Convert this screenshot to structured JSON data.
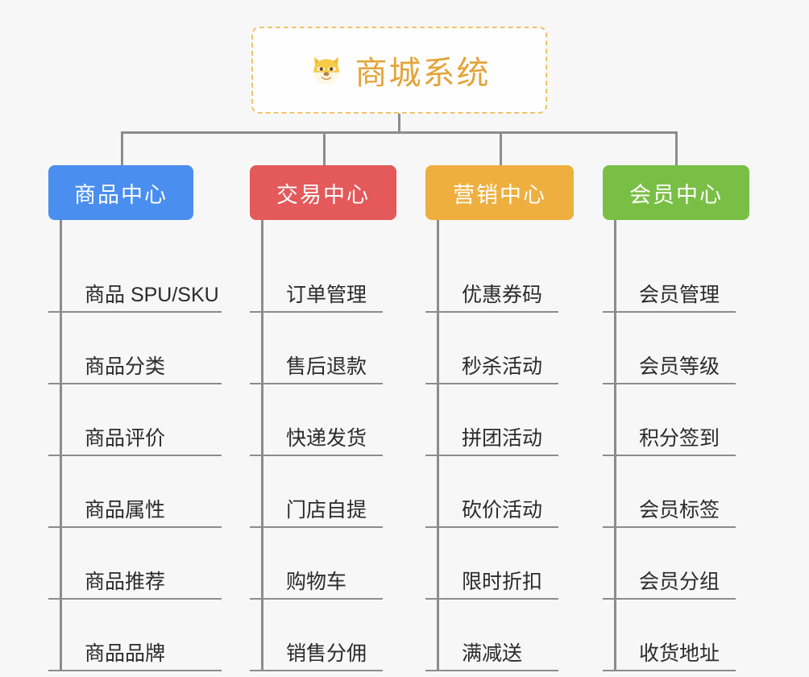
{
  "background_color": "#f7f7f7",
  "root": {
    "icon": "shiba-dog-face-icon",
    "emoji": "🐶",
    "title": "商城系统",
    "title_color": "#e3a43a",
    "border_color": "#f0c36a"
  },
  "connector_color": "#8c8c8c",
  "branches": [
    {
      "label": "商品中心",
      "color": "#4a8ef0",
      "leaves": [
        "商品 SPU/SKU",
        "商品分类",
        "商品评价",
        "商品属性",
        "商品推荐",
        "商品品牌"
      ]
    },
    {
      "label": "交易中心",
      "color": "#e4595a",
      "leaves": [
        "订单管理",
        "售后退款",
        "快递发货",
        "门店自提",
        "购物车",
        "销售分佣"
      ]
    },
    {
      "label": "营销中心",
      "color": "#eeaf3e",
      "leaves": [
        "优惠券码",
        "秒杀活动",
        "拼团活动",
        "砍价活动",
        "限时折扣",
        "满减送"
      ]
    },
    {
      "label": "会员中心",
      "color": "#79bf45",
      "leaves": [
        "会员管理",
        "会员等级",
        "积分签到",
        "会员标签",
        "会员分组",
        "收货地址"
      ]
    }
  ]
}
